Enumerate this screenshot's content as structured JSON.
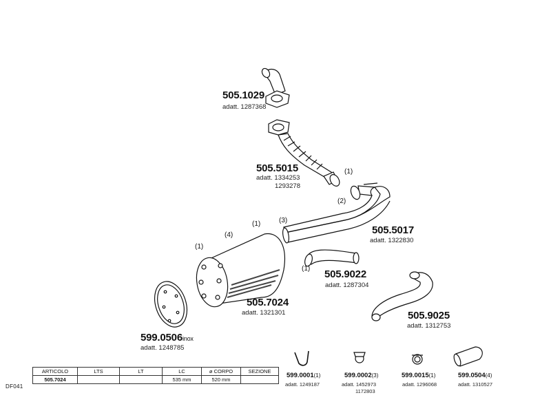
{
  "parts": [
    {
      "code": "505.1029",
      "adatt": [
        "adatt. 1287368"
      ],
      "note": ""
    },
    {
      "code": "505.5015",
      "adatt": [
        "adatt. 1334253",
        "1293278"
      ],
      "note": ""
    },
    {
      "code": "505.5017",
      "adatt": [
        "adatt. 1322830"
      ],
      "note": ""
    },
    {
      "code": "505.9022",
      "adatt": [
        "adatt. 1287304"
      ],
      "note": ""
    },
    {
      "code": "505.7024",
      "adatt": [
        "adatt. 1321301"
      ],
      "note": ""
    },
    {
      "code": "505.9025",
      "adatt": [
        "adatt. 1312753"
      ],
      "note": ""
    },
    {
      "code": "599.0506",
      "adatt": [
        "adatt. 1248785"
      ],
      "note": "inox"
    }
  ],
  "small_parts": [
    {
      "code": "599.0001",
      "qty": "(1)",
      "adatt": [
        "adatt. 1249187"
      ]
    },
    {
      "code": "599.0002",
      "qty": "(3)",
      "adatt": [
        "adatt. 1452973",
        "1172803"
      ]
    },
    {
      "code": "599.0015",
      "qty": "(1)",
      "adatt": [
        "adatt. 1296068"
      ]
    },
    {
      "code": "599.0504",
      "qty": "(4)",
      "adatt": [
        "adatt. 1310527"
      ]
    }
  ],
  "quantities": {
    "pipe_5015": "(1)",
    "pipe_5017_a": "(2)",
    "pipe_5017_b": "(3)",
    "muffler_top": "(1)",
    "muffler_mid": "(4)",
    "muffler_left": "(1)",
    "pipe_9022": "(1)"
  },
  "spec_table": {
    "headers": [
      "ARTICOLO",
      "LTS",
      "LT",
      "LC",
      "ø CORPO",
      "SEZIONE"
    ],
    "row": [
      "505.7024",
      "",
      "",
      "535  mm",
      "520  mm",
      ""
    ]
  },
  "catalog_code": "DF041",
  "colors": {
    "line": "#111111",
    "fill": "#ffffff",
    "shade": "#444444"
  }
}
